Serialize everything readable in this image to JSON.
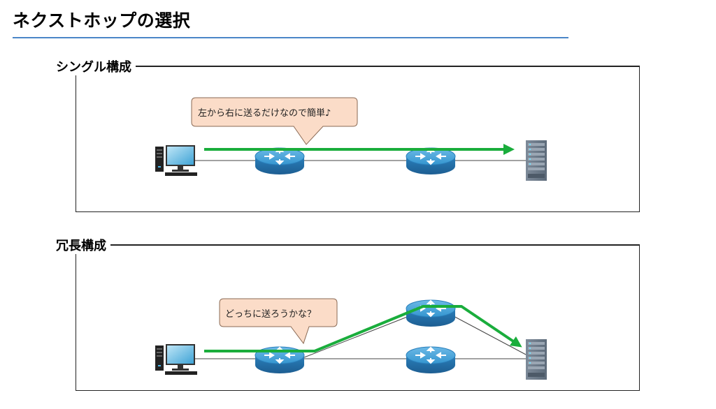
{
  "title": "ネクストホップの選択",
  "sections": {
    "single": {
      "label": "シングル構成",
      "callout": "左から右に送るだけなので簡単♪"
    },
    "redundant": {
      "label": "冗長構成",
      "callout": "どっちに送ろうかな？"
    }
  },
  "colors": {
    "accent_rule": "#4a86c8",
    "path_arrow": "#1aad3c",
    "router": "#2f8bc6",
    "callout_fill": "#fbdcc8",
    "callout_stroke": "#8a6a55",
    "server": "#6b7887"
  },
  "icons": [
    "pc-icon",
    "router-icon",
    "server-icon"
  ]
}
